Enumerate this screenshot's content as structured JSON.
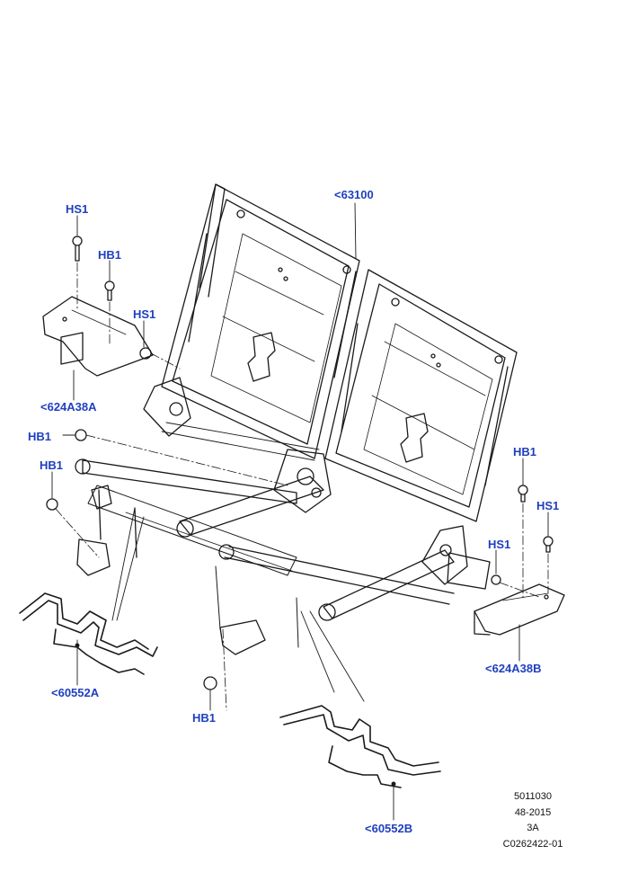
{
  "callouts": {
    "seat_back_frame": "<63100",
    "hinge_bracket_left": "<624A38A",
    "hinge_bracket_right": "<624A38B",
    "spring_left": "<60552A",
    "spring_right": "<60552B",
    "hs1_top_left": "HS1",
    "hb1_top_left": "HB1",
    "hs1_mid_left": "HS1",
    "hb1_mid_left": "HB1",
    "hb1_lower_left": "HB1",
    "hb1_bottom": "HB1",
    "hb1_right": "HB1",
    "hs1_right": "HS1",
    "hs1_right_lower": "HS1"
  },
  "meta": {
    "line1": "5011030",
    "line2": "48-2015",
    "line3": "3A",
    "line4": "C0262422-01"
  },
  "colors": {
    "callout": "#1f3fbf",
    "line": "#1a1a1a"
  }
}
